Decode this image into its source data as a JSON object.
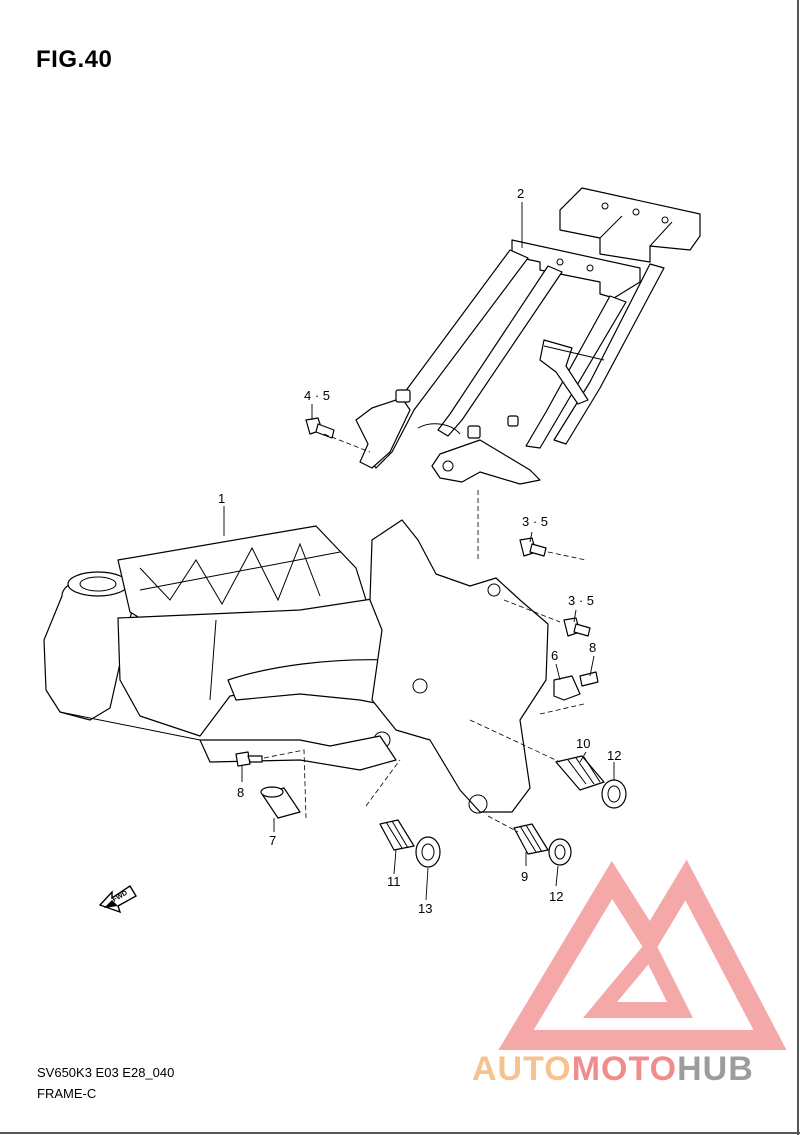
{
  "figure": {
    "title": "FIG.40"
  },
  "footer": {
    "model_code": "SV650K3 E03 E28_040",
    "group_name": "FRAME-C"
  },
  "direction_arrow": {
    "label": "FWD"
  },
  "callouts": [
    {
      "ref": "1"
    },
    {
      "ref": "2"
    },
    {
      "ref": "4 · 5"
    },
    {
      "ref": "3 · 5"
    },
    {
      "ref": "3 · 5"
    },
    {
      "ref": "6"
    },
    {
      "ref": "8"
    },
    {
      "ref": "10"
    },
    {
      "ref": "12"
    },
    {
      "ref": "8"
    },
    {
      "ref": "7"
    },
    {
      "ref": "11"
    },
    {
      "ref": "13"
    },
    {
      "ref": "9"
    },
    {
      "ref": "12"
    }
  ],
  "watermark": {
    "part1": "AUTO",
    "part2": "MOTO",
    "part3": "HUB",
    "colors": {
      "triangle": "#f39a9a",
      "auto": "#f6c28f",
      "moto": "#f08c8c",
      "hub": "#9c9c9c"
    }
  }
}
